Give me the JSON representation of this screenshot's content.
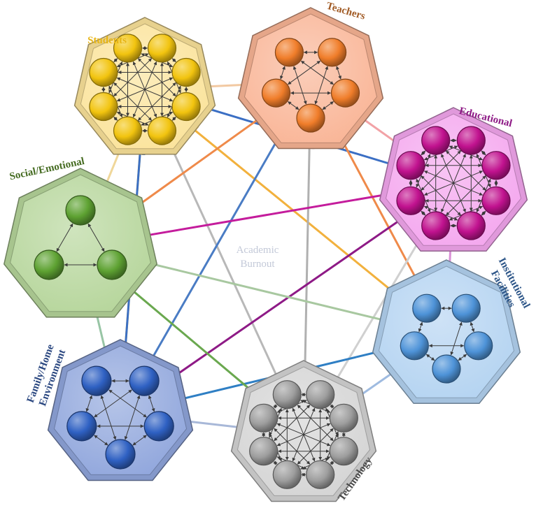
{
  "center": {
    "label_line1": "Academic",
    "label_line2": "Burnout",
    "color": "#c3c9d8"
  },
  "groups": [
    {
      "id": "students",
      "label": "Students",
      "label_color": "#e7b514",
      "fill": "#fbe39a",
      "node": "#f2c40f",
      "nodes": 8,
      "link_mode": "full"
    },
    {
      "id": "teachers",
      "label": "Teachers",
      "label_color": "#a15b25",
      "fill": "#f9b495",
      "node": "#f07d2a",
      "nodes": 5,
      "link_mode": "full"
    },
    {
      "id": "educational",
      "label": "Educational",
      "label_color": "#8e1a86",
      "fill": "#f4a6ee",
      "node": "#c1128f",
      "nodes": 8,
      "link_mode": "full"
    },
    {
      "id": "institutional",
      "label_line1": "Institutional",
      "label_line2": "Facilities",
      "label_color": "#2b5487",
      "fill": "#b3d3f1",
      "node": "#4e93d8",
      "nodes": 5,
      "link_mode": "sparse"
    },
    {
      "id": "technology",
      "label": "Technology",
      "label_color": "#4a4a4a",
      "fill": "#d4d4d4",
      "node": "#9e9e9e",
      "nodes": 8,
      "link_mode": "full"
    },
    {
      "id": "family",
      "label_line1": "Family/Home",
      "label_line2": "Environment",
      "label_color": "#2a4780",
      "fill": "#8fa5dc",
      "node": "#2f61c3",
      "nodes": 5,
      "link_mode": "full"
    },
    {
      "id": "social",
      "label": "Social/Emotional",
      "label_color": "#456b21",
      "fill": "#b5d59a",
      "node": "#5ea232",
      "nodes": 3,
      "link_mode": "full"
    }
  ],
  "links": [
    {
      "from": "students",
      "to": "teachers",
      "color": "#f2c9a2"
    },
    {
      "from": "teachers",
      "to": "educational",
      "color": "#f2a2a6"
    },
    {
      "from": "educational",
      "to": "institutional",
      "color": "#d98fd6"
    },
    {
      "from": "institutional",
      "to": "technology",
      "color": "#9fbbe0"
    },
    {
      "from": "technology",
      "to": "family",
      "color": "#a8b8d8"
    },
    {
      "from": "family",
      "to": "social",
      "color": "#98c5a5"
    },
    {
      "from": "social",
      "to": "students",
      "color": "#f0d79a"
    },
    {
      "from": "students",
      "to": "educational",
      "color": "#3b6fc4"
    },
    {
      "from": "students",
      "to": "institutional",
      "color": "#f2b13d"
    },
    {
      "from": "students",
      "to": "technology",
      "color": "#b8b8b8"
    },
    {
      "from": "students",
      "to": "family",
      "color": "#f2c21a"
    },
    {
      "from": "teachers",
      "to": "social",
      "color": "#ef8a4a"
    },
    {
      "from": "teachers",
      "to": "family",
      "color": "#4a7cc4"
    },
    {
      "from": "teachers",
      "to": "technology",
      "color": "#b0b0b0"
    },
    {
      "from": "teachers",
      "to": "institutional",
      "color": "#ef8a4a"
    },
    {
      "from": "educational",
      "to": "social",
      "color": "#c41c9c"
    },
    {
      "from": "educational",
      "to": "family",
      "color": "#8e1a86"
    },
    {
      "from": "educational",
      "to": "technology",
      "color": "#d0d0d0"
    },
    {
      "from": "institutional",
      "to": "social",
      "color": "#a8c8a0"
    },
    {
      "from": "institutional",
      "to": "family",
      "color": "#2f7fc4"
    },
    {
      "from": "social",
      "to": "technology",
      "color": "#6aa84f"
    },
    {
      "from": "family",
      "to": "students",
      "color": "#3b6fc4"
    }
  ]
}
